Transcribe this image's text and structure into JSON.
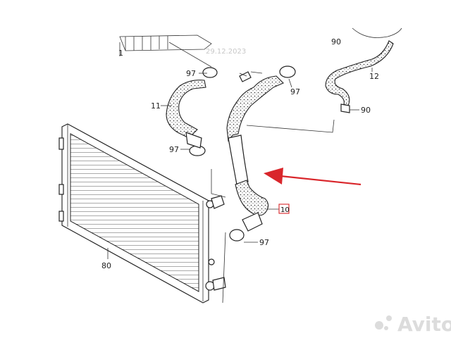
{
  "date_stamp": "29.12.2023",
  "labels": {
    "top_left": "1",
    "hose_11": "11",
    "hose_12": "12",
    "hose_10": "10",
    "radiator_80": "80",
    "clip_97_a": "97",
    "clip_97_b": "97",
    "clip_97_c": "97",
    "clip_97_d": "97",
    "part_90_a": "90",
    "part_90_b": "90"
  },
  "watermark": "Avito",
  "colors": {
    "arrow": "#d9262b",
    "highlight_box": "#d9262b",
    "line_art": "#222222"
  },
  "icons": {
    "watermark_logo": "avito-logo-icon"
  }
}
